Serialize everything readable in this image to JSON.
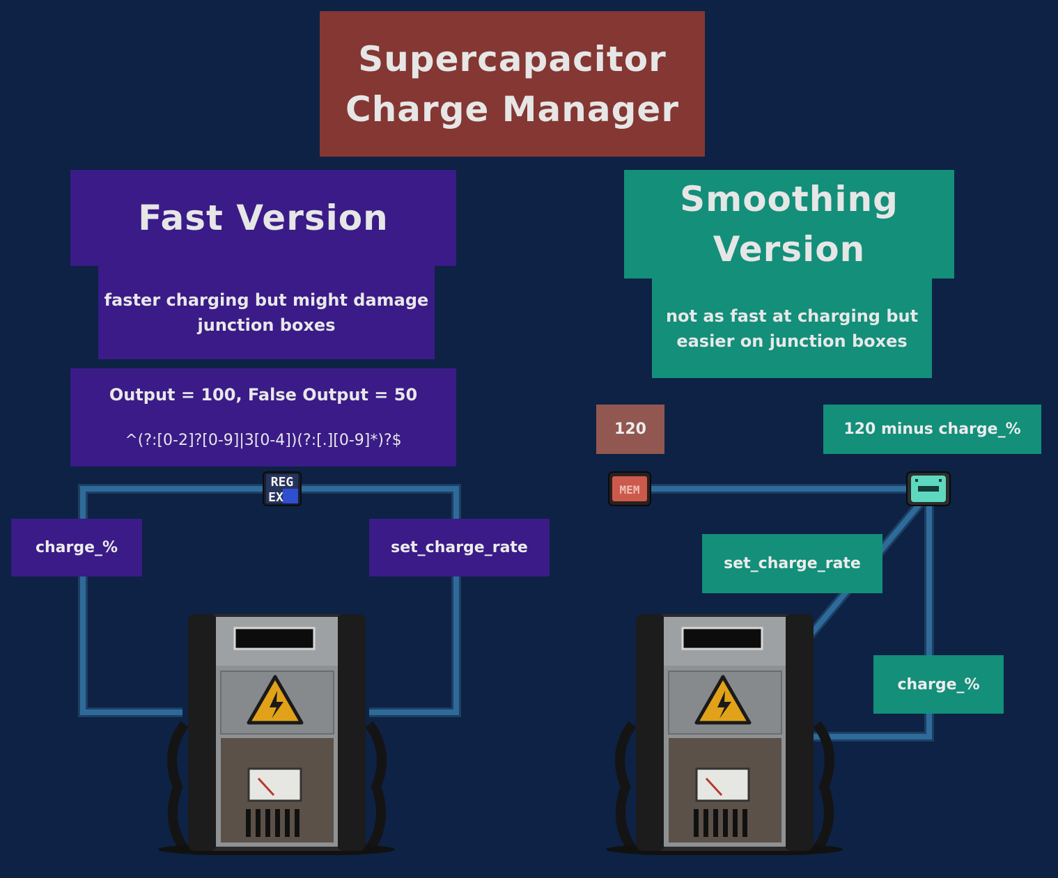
{
  "title": {
    "line1": "Supercapacitor",
    "line2": "Charge Manager"
  },
  "fast": {
    "heading": "Fast Version",
    "desc_line1": "faster charging but might damage",
    "desc_line2": "junction boxes",
    "config_line1": "Output = 100, False Output = 50",
    "config_line2": "^(?:[0-2]?[0-9]|3[0-4])(?:[.][0-9]*)?$",
    "label_left": "charge_%",
    "label_right": "set_charge_rate",
    "component_label_1": "REG",
    "component_label_2": "EX"
  },
  "smooth": {
    "heading_line1": "Smoothing",
    "heading_line2": "Version",
    "desc_line1": "not as fast at charging but",
    "desc_line2": "easier on junction boxes",
    "mem_value": "120",
    "sub_label": "120 minus charge_%",
    "label_rate": "set_charge_rate",
    "label_charge": "charge_%",
    "component_label": "MEM"
  },
  "colors": {
    "background": "#0d2244",
    "title_red": "#843733",
    "fast_purple": "#3a1b87",
    "smooth_teal": "#138f7a",
    "wire_blue": "#2f6b9a"
  }
}
